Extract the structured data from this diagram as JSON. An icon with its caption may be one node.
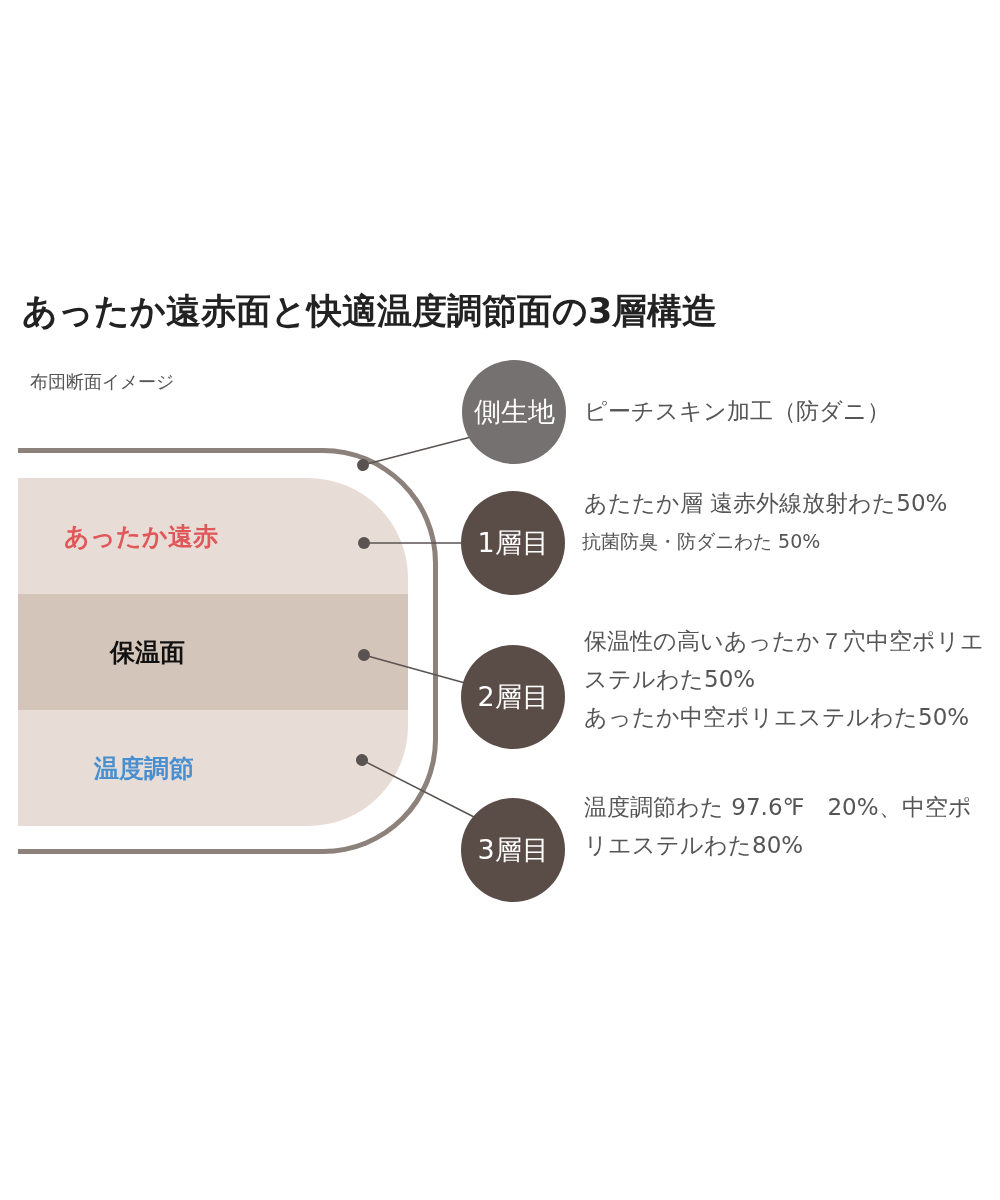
{
  "diagram": {
    "title": "あったか遠赤面と快適温度調節面の3層構造",
    "nodes": [
      {
        "text": [],
        "shape": "box"
      },
      {
        "text": [
          "あったか遠赤"
        ],
        "in": 0
      },
      {
        "text": [
          "保温面"
        ],
        "in": 0
      },
      {
        "text": [
          "温度調節"
        ],
        "in": 0
      },
      {
        "text": [
          "側生地"
        ],
        "beside": [
          "ピーチスキン加工（防ダニ）"
        ]
      },
      {
        "text": [
          "1層目"
        ],
        "beside": [
          "あたたか層 遠赤外線放射わた50%",
          "抗菌防臭・防ダニわた 50%"
        ]
      },
      {
        "text": [
          "2層目"
        ],
        "beside": [
          "保温性の高いあったか７穴中空ポリエステルわた50%",
          "あったか中空ポリエステルわた50%"
        ]
      },
      {
        "text": [
          "3層目"
        ],
        "beside": [
          "温度調節わた 97.6℉　20%、中空ポリエステルわた80%"
        ]
      }
    ],
    "edges": [
      {
        "from": 4,
        "to": 0,
        "arrow": "other"
      },
      {
        "from": 5,
        "to": 1,
        "arrow": "other"
      },
      {
        "from": 6,
        "to": 2,
        "arrow": "other"
      },
      {
        "from": 7,
        "to": 3,
        "arrow": "other"
      }
    ],
    "labels": [
      "布団断面イメージ"
    ]
  }
}
